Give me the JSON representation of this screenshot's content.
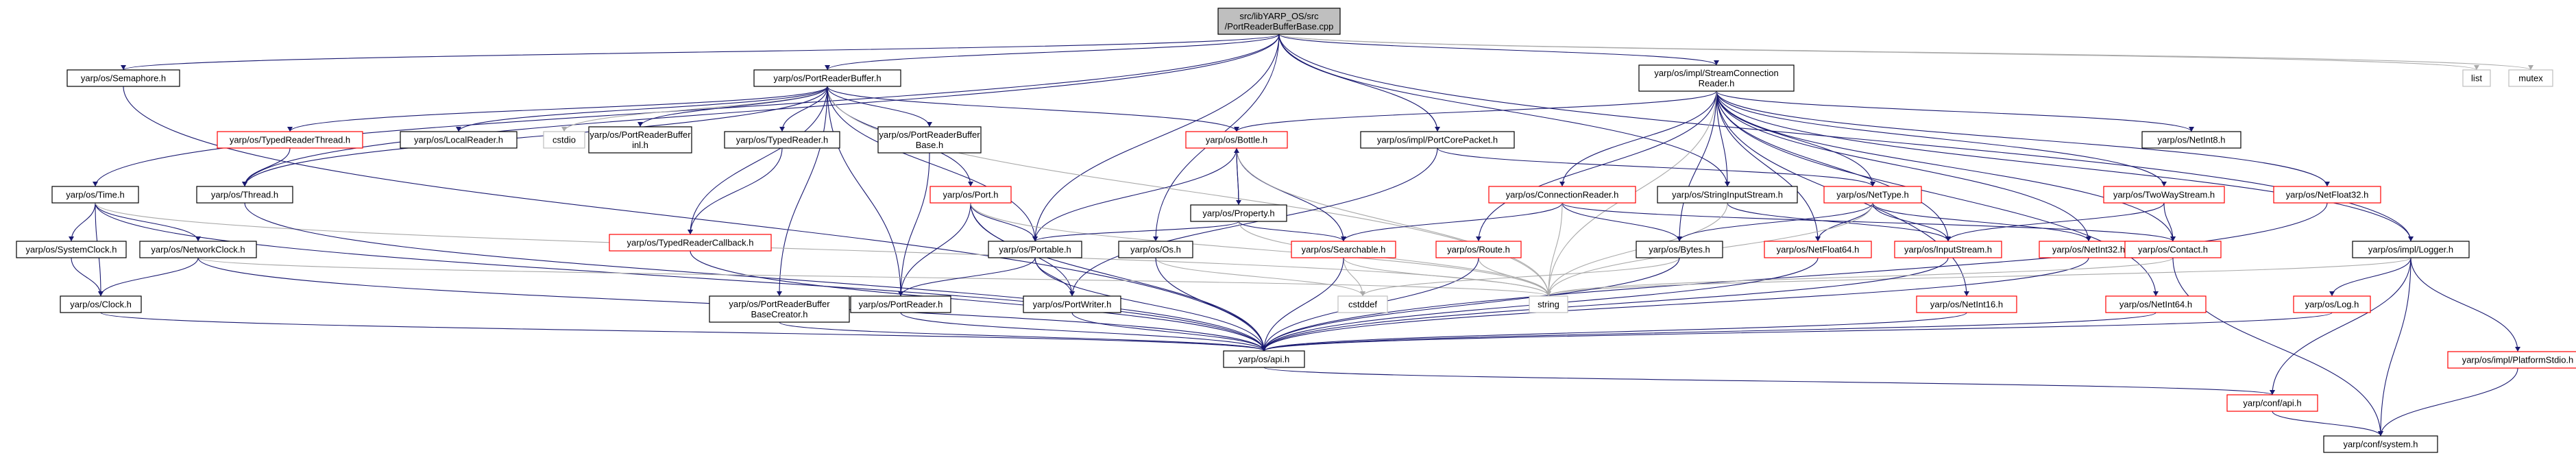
{
  "diagram": {
    "nodes": [
      {
        "id": "root",
        "lines": [
          "src/libYARP_OS/src",
          "/PortReaderBufferBase.cpp"
        ],
        "style": "root"
      },
      {
        "id": "sem",
        "lines": [
          "yarp/os/Semaphore.h"
        ],
        "style": "normal"
      },
      {
        "id": "prb",
        "lines": [
          "yarp/os/PortReaderBuffer.h"
        ],
        "style": "normal"
      },
      {
        "id": "scr",
        "lines": [
          "yarp/os/impl/StreamConnection",
          "Reader.h"
        ],
        "style": "normal"
      },
      {
        "id": "list",
        "lines": [
          "list"
        ],
        "style": "gray"
      },
      {
        "id": "mutex",
        "lines": [
          "mutex"
        ],
        "style": "gray"
      },
      {
        "id": "time",
        "lines": [
          "yarp/os/Time.h"
        ],
        "style": "normal"
      },
      {
        "id": "trt",
        "lines": [
          "yarp/os/TypedReaderThread.h"
        ],
        "style": "red"
      },
      {
        "id": "lr",
        "lines": [
          "yarp/os/LocalReader.h"
        ],
        "style": "normal"
      },
      {
        "id": "cstdio",
        "lines": [
          "cstdio"
        ],
        "style": "gray"
      },
      {
        "id": "prbinl",
        "lines": [
          "yarp/os/PortReaderBuffer",
          "inl.h"
        ],
        "style": "normal"
      },
      {
        "id": "tr",
        "lines": [
          "yarp/os/TypedReader.h"
        ],
        "style": "normal"
      },
      {
        "id": "prbb",
        "lines": [
          "yarp/os/PortReaderBuffer",
          "Base.h"
        ],
        "style": "normal"
      },
      {
        "id": "bottle",
        "lines": [
          "yarp/os/Bottle.h"
        ],
        "style": "red"
      },
      {
        "id": "pcp",
        "lines": [
          "yarp/os/impl/PortCorePacket.h"
        ],
        "style": "normal"
      },
      {
        "id": "ni8",
        "lines": [
          "yarp/os/NetInt8.h"
        ],
        "style": "normal"
      },
      {
        "id": "thread",
        "lines": [
          "yarp/os/Thread.h"
        ],
        "style": "normal"
      },
      {
        "id": "trc",
        "lines": [
          "yarp/os/TypedReaderCallback.h"
        ],
        "style": "red"
      },
      {
        "id": "port",
        "lines": [
          "yarp/os/Port.h"
        ],
        "style": "red"
      },
      {
        "id": "prop",
        "lines": [
          "yarp/os/Property.h"
        ],
        "style": "normal"
      },
      {
        "id": "cr",
        "lines": [
          "yarp/os/ConnectionReader.h"
        ],
        "style": "red"
      },
      {
        "id": "sis",
        "lines": [
          "yarp/os/StringInputStream.h"
        ],
        "style": "normal"
      },
      {
        "id": "nettype",
        "lines": [
          "yarp/os/NetType.h"
        ],
        "style": "red"
      },
      {
        "id": "tws",
        "lines": [
          "yarp/os/TwoWayStream.h"
        ],
        "style": "red"
      },
      {
        "id": "nf32",
        "lines": [
          "yarp/os/NetFloat32.h"
        ],
        "style": "red"
      },
      {
        "id": "logger",
        "lines": [
          "yarp/os/impl/Logger.h"
        ],
        "style": "normal"
      },
      {
        "id": "sc",
        "lines": [
          "yarp/os/SystemClock.h"
        ],
        "style": "normal"
      },
      {
        "id": "nc",
        "lines": [
          "yarp/os/NetworkClock.h"
        ],
        "style": "normal"
      },
      {
        "id": "portable",
        "lines": [
          "yarp/os/Portable.h"
        ],
        "style": "normal"
      },
      {
        "id": "osh",
        "lines": [
          "yarp/os/Os.h"
        ],
        "style": "normal"
      },
      {
        "id": "searchable",
        "lines": [
          "yarp/os/Searchable.h"
        ],
        "style": "red"
      },
      {
        "id": "route",
        "lines": [
          "yarp/os/Route.h"
        ],
        "style": "red"
      },
      {
        "id": "bytes",
        "lines": [
          "yarp/os/Bytes.h"
        ],
        "style": "normal"
      },
      {
        "id": "nf64",
        "lines": [
          "yarp/os/NetFloat64.h"
        ],
        "style": "red"
      },
      {
        "id": "is",
        "lines": [
          "yarp/os/InputStream.h"
        ],
        "style": "red"
      },
      {
        "id": "ni32",
        "lines": [
          "yarp/os/NetInt32.h"
        ],
        "style": "red"
      },
      {
        "id": "contact",
        "lines": [
          "yarp/os/Contact.h"
        ],
        "style": "red"
      },
      {
        "id": "clock",
        "lines": [
          "yarp/os/Clock.h"
        ],
        "style": "normal"
      },
      {
        "id": "prbbc",
        "lines": [
          "yarp/os/PortReaderBuffer",
          "BaseCreator.h"
        ],
        "style": "normal"
      },
      {
        "id": "pr",
        "lines": [
          "yarp/os/PortReader.h"
        ],
        "style": "normal"
      },
      {
        "id": "pw",
        "lines": [
          "yarp/os/PortWriter.h"
        ],
        "style": "normal"
      },
      {
        "id": "cstddef",
        "lines": [
          "cstddef"
        ],
        "style": "gray"
      },
      {
        "id": "string",
        "lines": [
          "string"
        ],
        "style": "gray"
      },
      {
        "id": "ni16",
        "lines": [
          "yarp/os/NetInt16.h"
        ],
        "style": "red"
      },
      {
        "id": "ni64",
        "lines": [
          "yarp/os/NetInt64.h"
        ],
        "style": "red"
      },
      {
        "id": "log",
        "lines": [
          "yarp/os/Log.h"
        ],
        "style": "red"
      },
      {
        "id": "pstdio",
        "lines": [
          "yarp/os/impl/PlatformStdio.h"
        ],
        "style": "red"
      },
      {
        "id": "api",
        "lines": [
          "yarp/os/api.h"
        ],
        "style": "normal"
      },
      {
        "id": "confapi",
        "lines": [
          "yarp/conf/api.h"
        ],
        "style": "red"
      },
      {
        "id": "system",
        "lines": [
          "yarp/conf/system.h"
        ],
        "style": "normal"
      }
    ],
    "edges": [
      [
        "root",
        "sem"
      ],
      [
        "root",
        "prb"
      ],
      [
        "root",
        "scr"
      ],
      [
        "root",
        "list"
      ],
      [
        "root",
        "mutex"
      ],
      [
        "root",
        "time"
      ],
      [
        "root",
        "thread"
      ],
      [
        "root",
        "portable"
      ],
      [
        "root",
        "osh"
      ],
      [
        "root",
        "pcp"
      ],
      [
        "root",
        "sis"
      ],
      [
        "root",
        "logger"
      ],
      [
        "sem",
        "api"
      ],
      [
        "prb",
        "trt"
      ],
      [
        "prb",
        "lr"
      ],
      [
        "prb",
        "cstdio"
      ],
      [
        "prb",
        "prbinl"
      ],
      [
        "prb",
        "tr"
      ],
      [
        "prb",
        "prbb"
      ],
      [
        "prb",
        "bottle"
      ],
      [
        "prb",
        "thread"
      ],
      [
        "prb",
        "trc"
      ],
      [
        "prb",
        "port"
      ],
      [
        "prb",
        "prbbc"
      ],
      [
        "prb",
        "pr"
      ],
      [
        "prb",
        "string"
      ],
      [
        "prb",
        "portable"
      ],
      [
        "scr",
        "bottle"
      ],
      [
        "scr",
        "cr"
      ],
      [
        "scr",
        "sis"
      ],
      [
        "scr",
        "nettype"
      ],
      [
        "scr",
        "tws"
      ],
      [
        "scr",
        "ni8"
      ],
      [
        "scr",
        "nf32"
      ],
      [
        "scr",
        "logger"
      ],
      [
        "scr",
        "contact"
      ],
      [
        "scr",
        "route"
      ],
      [
        "scr",
        "bytes"
      ],
      [
        "scr",
        "is"
      ],
      [
        "scr",
        "nf64"
      ],
      [
        "scr",
        "ni16"
      ],
      [
        "scr",
        "ni64"
      ],
      [
        "scr",
        "ni32"
      ],
      [
        "scr",
        "string"
      ],
      [
        "time",
        "sc"
      ],
      [
        "time",
        "nc"
      ],
      [
        "time",
        "clock"
      ],
      [
        "time",
        "api"
      ],
      [
        "time",
        "string"
      ],
      [
        "trt",
        "thread"
      ],
      [
        "tr",
        "trc"
      ],
      [
        "trc",
        "api"
      ],
      [
        "prbb",
        "pr"
      ],
      [
        "bottle",
        "prop"
      ],
      [
        "bottle",
        "portable"
      ],
      [
        "bottle",
        "searchable"
      ],
      [
        "bottle",
        "string"
      ],
      [
        "pcp",
        "nettype"
      ],
      [
        "pcp",
        "pw"
      ],
      [
        "thread",
        "api"
      ],
      [
        "port",
        "portable"
      ],
      [
        "port",
        "pr"
      ],
      [
        "port",
        "pw"
      ],
      [
        "port",
        "api"
      ],
      [
        "port",
        "string"
      ],
      [
        "prop",
        "portable"
      ],
      [
        "prop",
        "searchable"
      ],
      [
        "prop",
        "bottle"
      ],
      [
        "prop",
        "string"
      ],
      [
        "cr",
        "searchable"
      ],
      [
        "cr",
        "bytes"
      ],
      [
        "cr",
        "contact"
      ],
      [
        "cr",
        "string"
      ],
      [
        "sis",
        "is"
      ],
      [
        "sis",
        "string"
      ],
      [
        "nettype",
        "bytes"
      ],
      [
        "nettype",
        "nf64"
      ],
      [
        "nettype",
        "is"
      ],
      [
        "nettype",
        "ni32"
      ],
      [
        "nettype",
        "string"
      ],
      [
        "tws",
        "is"
      ],
      [
        "tws",
        "contact"
      ],
      [
        "nf32",
        "api"
      ],
      [
        "logger",
        "log"
      ],
      [
        "logger",
        "pstdio"
      ],
      [
        "logger",
        "confapi"
      ],
      [
        "logger",
        "system"
      ],
      [
        "logger",
        "string"
      ],
      [
        "sc",
        "clock"
      ],
      [
        "nc",
        "clock"
      ],
      [
        "nc",
        "api"
      ],
      [
        "nc",
        "string"
      ],
      [
        "portable",
        "pr"
      ],
      [
        "portable",
        "pw"
      ],
      [
        "portable",
        "api"
      ],
      [
        "osh",
        "cstddef"
      ],
      [
        "osh",
        "api"
      ],
      [
        "searchable",
        "cstddef"
      ],
      [
        "searchable",
        "string"
      ],
      [
        "searchable",
        "api"
      ],
      [
        "route",
        "string"
      ],
      [
        "route",
        "api"
      ],
      [
        "bytes",
        "cstddef"
      ],
      [
        "bytes",
        "api"
      ],
      [
        "nf64",
        "api"
      ],
      [
        "is",
        "api"
      ],
      [
        "ni32",
        "api"
      ],
      [
        "contact",
        "string"
      ],
      [
        "contact",
        "system"
      ],
      [
        "clock",
        "api"
      ],
      [
        "prbbc",
        "api"
      ],
      [
        "pr",
        "api"
      ],
      [
        "pw",
        "api"
      ],
      [
        "ni16",
        "api"
      ],
      [
        "ni64",
        "api"
      ],
      [
        "log",
        "api"
      ],
      [
        "pstdio",
        "system"
      ],
      [
        "api",
        "confapi"
      ],
      [
        "confapi",
        "system"
      ]
    ]
  }
}
